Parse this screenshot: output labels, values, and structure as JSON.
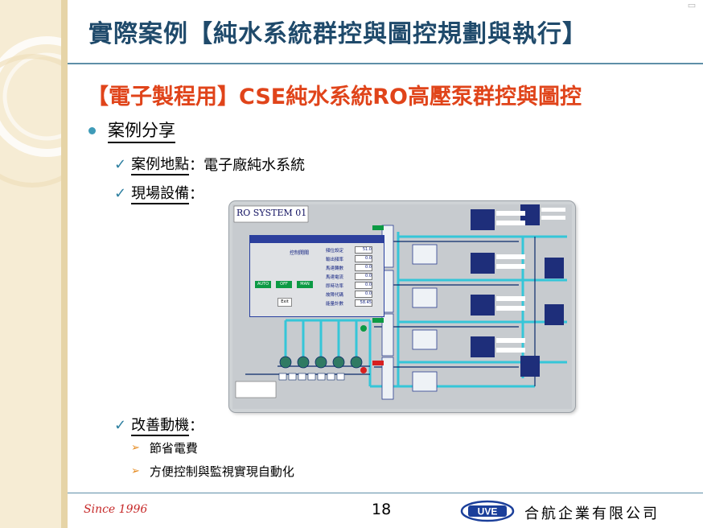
{
  "slide": {
    "title": "實際案例【純水系統群控與圖控規劃與執行】",
    "subtitle": "【電子製程用】CSE純水系統RO高壓泵群控與圖控",
    "bullet": "案例分享",
    "items": [
      {
        "label": "案例地點",
        "separator": "：",
        "text": "電子廠純水系統"
      },
      {
        "label": "現場設備",
        "separator": "：",
        "text": ""
      },
      {
        "label": "改善動機",
        "separator": "：",
        "text": ""
      }
    ],
    "sub_items": [
      "節省電費",
      "方便控制與監視實現自動化"
    ],
    "footer": {
      "since": "Since 1996",
      "page": "18",
      "logo_text": "UVE",
      "company": "合航企業有限公司"
    }
  },
  "screenshot": {
    "title": "RO SYSTEM 01",
    "popup": {
      "button_main": "控制開關",
      "button_auto": "AUTO",
      "button_off": "OFF",
      "button_man": "MAN",
      "button_exit": "Exit",
      "rows": [
        {
          "label": "頻位設定",
          "value": "51.0"
        },
        {
          "label": "輸出頻率",
          "value": "0.0"
        },
        {
          "label": "馬達轉數",
          "value": "0.0"
        },
        {
          "label": "馬達電流",
          "value": "0.0"
        },
        {
          "label": "即時功率",
          "value": "0.0"
        },
        {
          "label": "故障代碼",
          "value": "0.0"
        },
        {
          "label": "能量計數",
          "value": "58.45"
        }
      ]
    }
  },
  "colors": {
    "title": "#1f4a6b",
    "subtitle": "#e0441a",
    "bullet": "#3f9bb8",
    "pipe": "#35c6d8",
    "since": "#c62828",
    "logo": "#1b3f9a"
  },
  "icons": [
    "check-icon",
    "arrow-right-icon",
    "bullet-dot-icon",
    "uve-logo"
  ]
}
